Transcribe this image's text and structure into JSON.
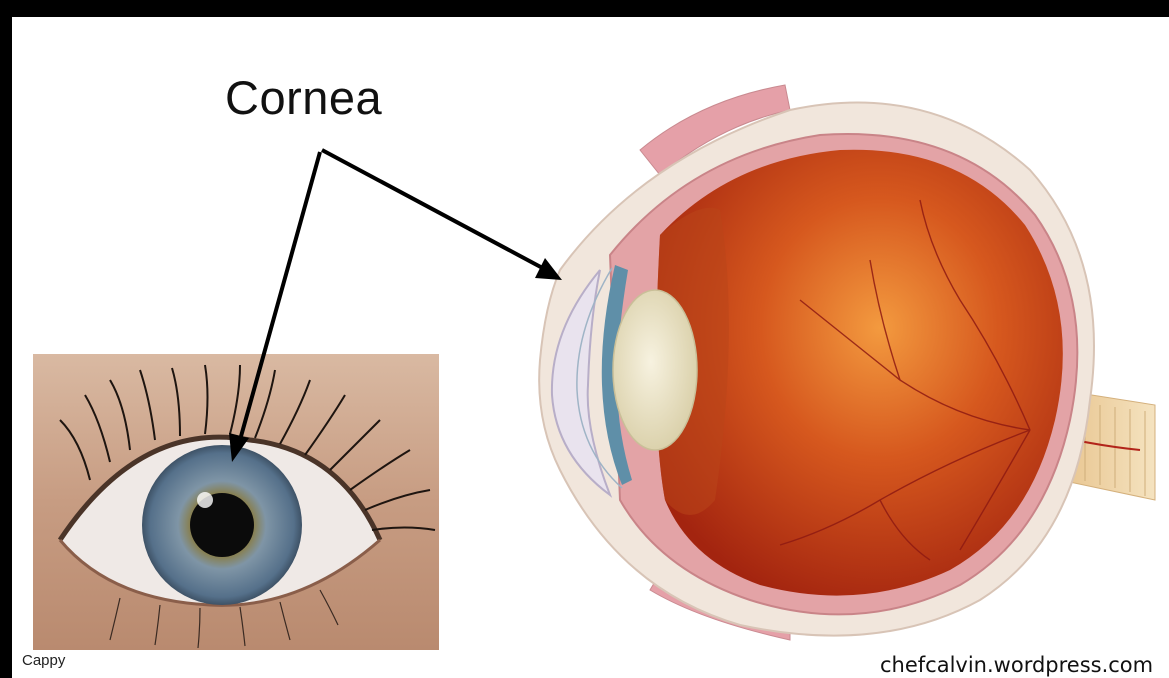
{
  "diagram": {
    "label": "Cornea",
    "photo_caption": "Cappy",
    "watermark": "chefcalvin.wordpress.com"
  },
  "colors": {
    "background": "#000000",
    "panel": "#ffffff",
    "arrow": "#000000",
    "retina": "#c8461a",
    "sclera": "#f1e6dc",
    "iris": "#6f8ea6",
    "lens": "#efe8cf"
  },
  "icons": [
    "arrow-icon"
  ]
}
